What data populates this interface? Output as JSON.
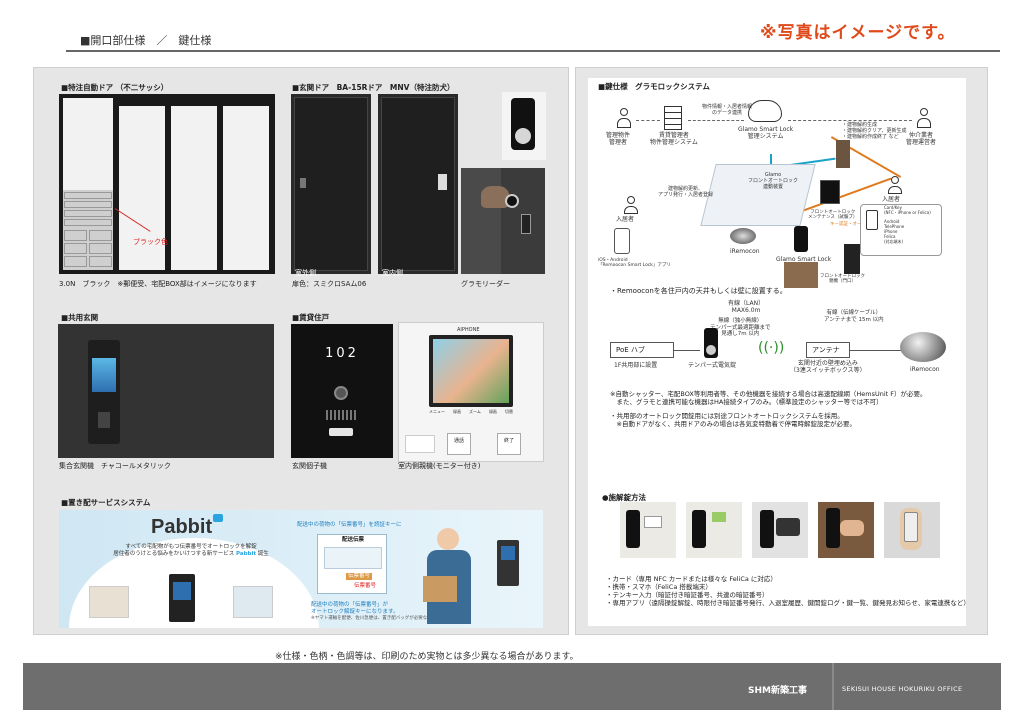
{
  "header": {
    "title": "■開口部仕様　／　鍵仕様",
    "notice": "※写真はイメージです。",
    "accent": "#e04a1b",
    "rule_color": "#666666"
  },
  "left": {
    "auto_door": {
      "heading": "■特注自動ドア （不二サッシ）",
      "annotation": "ブラック色",
      "caption": "3.0N　ブラック　※郵便受、宅配BOX部はイメージになります"
    },
    "entrance_door": {
      "heading": "■玄関ドア　BA-15Rドア　MNⅤ（特注防犬）",
      "caption_outside": "室外側",
      "caption_inside": "室内側",
      "caption_color": "扉色：スミクロSAム06",
      "caption_reader": "グラモリーダー"
    },
    "common_entrance": {
      "heading": "■共用玄関",
      "caption": "集合玄関機　チャコールメタリック"
    },
    "rental_unit": {
      "heading": "■賃貸住戸",
      "room_number": "102",
      "caption_door_unit": "玄関個子機",
      "caption_monitor": "室内側親機(モニター付き)",
      "monitor_brand": "AIPHONE",
      "monitor_buttons": [
        "通話",
        "終了"
      ],
      "monitor_tabs": [
        "メニュー",
        "録画",
        "ズーム",
        "録画",
        "切替"
      ]
    },
    "delivery": {
      "heading": "■置き配サービスシステム",
      "logo": "Pabbit",
      "intro_line1": "すべての宅配物がもつ伝票番号でオートロックを解錠",
      "intro_line2_pre": "居住者のうけとる悩みをかいけつする新サービス ",
      "intro_line2_logo": "Pabbit",
      "intro_line2_post": " 誕生",
      "callout_top": "配送中の荷物の「伝票番号」を読証キーに",
      "slip_title": "配送伝票",
      "slip_field1": "伝票番号",
      "slip_field2": "伝票番号",
      "callout_bottom_1": "配送中の荷物の「伝票番号」が",
      "callout_bottom_2": "オートロック解錠キーになります。",
      "callout_note": "※ヤマト運輸を配便、佐川急便は、置き配バッグが必要な場合があります"
    }
  },
  "right": {
    "heading": "■鍵仕様　グラモロックシステム",
    "diagram": {
      "label_admin": "管理物件\n管理者",
      "label_mgmt_system": "賃貸管理者\n物件管理システム",
      "label_cloud_top": "物件情報・入居者情報\nのデータ連携",
      "label_cloud": "Glamo Smart Lock\n管理システム",
      "label_contract": "・建物解約生成\n・建物解約クリア、更新生成\n・建物解約作成終了 など",
      "label_agent": "仲介業者\n管理運営者",
      "label_tenant1": "入居者",
      "label_phone_app": "iOS・Android\n「Remoocon Smart Lock」アプリ",
      "label_renewal": "建物解約更新、\nアプリ発行・入居者登録",
      "label_frontlock": "Glamo\nフロントオートロック\n連動装置",
      "label_frontlock_maint": "フロントオートロック\nメンテナンス（試験ブ）",
      "label_key_auth": "キー認証・オートロック",
      "label_remocon": "iRemocon",
      "label_smartlock": "Glamo Smart Lock",
      "label_tenant2": "入居者",
      "label_methods": "Card/Key\n(NFC・iPhone or Felica)\n\nAndroid\nTelePhone\niPhone\nFelica\n(対応端末)",
      "label_front_unit": "フロントオートロック\n親機（門口）"
    },
    "remocon_note": "・Remooconを各住戸内の天井もしくは壁に設置する。",
    "wiring": {
      "lan_label": "有線（LAN）\nMAX6.0m",
      "wireless_label": "無線（独小無線）\nテンパー式最適距離まで\n見通し7m 以内",
      "signal_label": "有線（伝線ケーブル）\nアンテナまで 15m 以内",
      "poe_hub": "PoE ハブ",
      "poe_caption": "1F共用部に設置",
      "tenkey": "テンパー式電気錠",
      "antenna": "アンテナ",
      "antenna_caption": "玄関付近の壁埋め込み\n（3連スイッチボックス等）",
      "remocon": "iRemocon"
    },
    "notes": [
      "※自動シャッター、宅配BOX等利用者等、その他機器を接続する場合は高速配線網（HemsUnit F）が必要。",
      "　また、グラモと連携可能な機器はHA接続タイプのみ。（標準設定のシャッター等では不可）",
      "",
      "・共用部のオートロック開錠用には別途フロントオートロックシステムを採用。",
      "　※自動ドアがなく、共用ドアのみの場合は各気変特動着で停電時解錠設定が必要。"
    ],
    "unlock_heading": "●施解錠方法",
    "unlock_methods": [
      "・カード（専用 NFC カードまたは様々な FeliCa に対応）",
      "・携帯・スマホ（FeliCa 搭載端末）",
      "・テンキー入力（暗証付き暗証番号、共連の暗証番号）",
      "・専用アプリ（遠隔操錠解錠、時限付き暗証番号発行、入退室履歴、鍵開錠ログ・鍵一覧、鍵発見お知らせ、家電連携など）"
    ]
  },
  "footer": {
    "disclaimer": "※仕様・色柄・色調等は、印刷のため実物とは多少異なる場合があります。",
    "brand_left": "SHM新築工事",
    "brand_right": "SEKISUI HOUSE HOKURIKU OFFICE",
    "band_color": "#6e6e6e"
  }
}
